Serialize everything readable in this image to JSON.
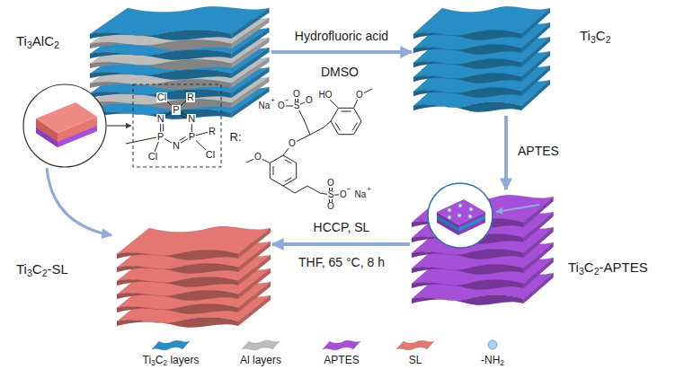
{
  "diagram": {
    "nodes": [
      {
        "text": [
          "Ti3AlC2"
        ]
      },
      {
        "text": [
          "Ti3C2"
        ]
      },
      {
        "text": [
          "Ti3C2-APTES"
        ]
      },
      {
        "text": [
          "Ti3C2-SL"
        ]
      }
    ],
    "edges": [
      {
        "from": 0,
        "to": 1,
        "arrow": "to",
        "label": "Hydrofluoric acid"
      },
      {
        "from": 1,
        "to": 2,
        "arrow": "to",
        "label": "APTES"
      },
      {
        "from": 2,
        "to": 3,
        "arrow": "to",
        "label": "HCCP, SL"
      }
    ],
    "labels": [
      "DMSO",
      "THF, 65 °C, 8 h",
      "R:",
      "Cl",
      "R",
      "P",
      "N",
      "P",
      "R",
      "Cl",
      "N",
      "P",
      "Cl",
      "N",
      "Na",
      "+",
      "O",
      "−",
      "S",
      "O",
      "O",
      "HO",
      "O",
      "O",
      "O",
      "S",
      "O",
      "O",
      "O",
      "−",
      "Na",
      "+"
    ],
    "legend": [
      {
        "text": "Ti3C2 layers",
        "color": "#2a8ec6"
      },
      {
        "text": "Al layers",
        "color": "#bdbdbd"
      },
      {
        "text": "APTES",
        "color": "#a64fd8"
      },
      {
        "text": "SL",
        "color": "#e47772"
      },
      {
        "text": "-NH2",
        "color": "#a9d3f2"
      }
    ]
  }
}
